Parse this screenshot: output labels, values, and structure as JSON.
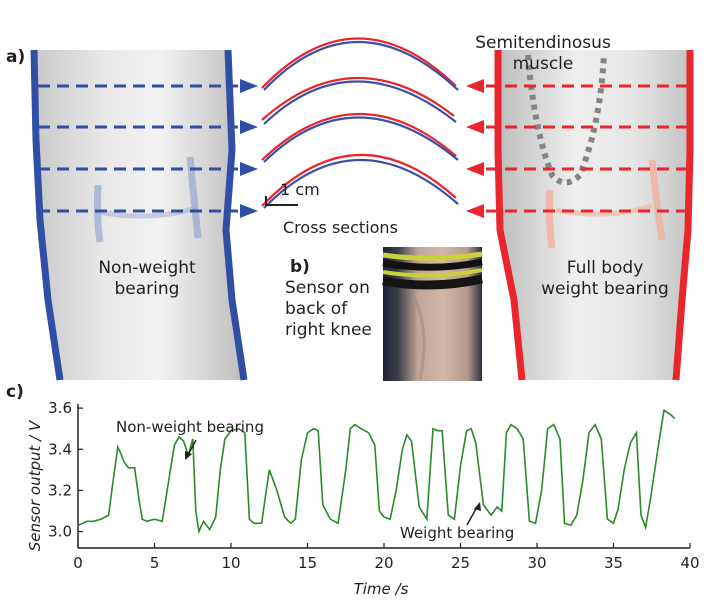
{
  "figure": {
    "panel_a": {
      "label": "a)",
      "left_leg_label": "Non-weight\nbearing",
      "right_leg_label": "Full body\nweight bearing",
      "muscle_label": "Semitendinosus\nmuscle",
      "scale_label": "1 cm",
      "cross_sections_label": "Cross sections",
      "left_color": "#2e4fa3",
      "right_color": "#e8262b"
    },
    "panel_b": {
      "label": "b)",
      "caption": "Sensor on\nback of\nright knee"
    },
    "panel_c": {
      "label": "c)",
      "annotation_non_weight": "Non-weight bearing",
      "annotation_weight": "Weight bearing",
      "line_color": "#2a8a2a"
    }
  },
  "chart_data": {
    "type": "line",
    "xlabel": "Time /s",
    "ylabel": "Sensor output / V",
    "xlim": [
      0,
      40
    ],
    "ylim": [
      2.92,
      3.62
    ],
    "xticks": [
      0,
      5,
      10,
      15,
      20,
      25,
      30,
      35,
      40
    ],
    "yticks": [
      3.0,
      3.2,
      3.4,
      3.6
    ],
    "grid": false,
    "series": [
      {
        "x": [
          0.0,
          0.3,
          0.6,
          1.0,
          1.5,
          2.0,
          2.3,
          2.6,
          2.8,
          3.0,
          3.3,
          3.7,
          4.0,
          4.2,
          4.5,
          5.0,
          5.5,
          6.0,
          6.3,
          6.6,
          6.9,
          7.2,
          7.5,
          7.7,
          7.9,
          8.2,
          8.6,
          9.0,
          9.3,
          9.6,
          10.0,
          10.5,
          10.9,
          11.2,
          11.5,
          12.0,
          12.5,
          13.0,
          13.5,
          13.9,
          14.2,
          14.6,
          15.0,
          15.4,
          15.7,
          16.0,
          16.5,
          17.0,
          17.5,
          17.8,
          18.1,
          18.5,
          19.0,
          19.4,
          19.7,
          20.0,
          20.4,
          20.8,
          21.2,
          21.5,
          21.8,
          22.3,
          22.8,
          23.2,
          23.5,
          23.8,
          24.2,
          24.6,
          25.0,
          25.4,
          25.7,
          26.0,
          26.5,
          27.0,
          27.4,
          27.7,
          28.0,
          28.3,
          28.7,
          29.1,
          29.5,
          29.9,
          30.3,
          30.7,
          31.1,
          31.5,
          31.8,
          32.2,
          32.6,
          33.0,
          33.4,
          33.8,
          34.2,
          34.6,
          35.0,
          35.3,
          35.7,
          36.1,
          36.5,
          36.8,
          37.1,
          37.4,
          37.7,
          38.0,
          38.3,
          38.7,
          39.0
        ],
        "y": [
          3.03,
          3.04,
          3.05,
          3.05,
          3.06,
          3.08,
          3.25,
          3.41,
          3.38,
          3.34,
          3.31,
          3.31,
          3.15,
          3.06,
          3.05,
          3.06,
          3.05,
          3.28,
          3.42,
          3.46,
          3.44,
          3.37,
          3.45,
          3.1,
          3.0,
          3.05,
          3.01,
          3.07,
          3.3,
          3.45,
          3.49,
          3.5,
          3.48,
          3.06,
          3.04,
          3.04,
          3.3,
          3.2,
          3.07,
          3.04,
          3.06,
          3.35,
          3.48,
          3.5,
          3.49,
          3.13,
          3.06,
          3.04,
          3.3,
          3.5,
          3.52,
          3.5,
          3.48,
          3.42,
          3.1,
          3.07,
          3.06,
          3.2,
          3.4,
          3.47,
          3.44,
          3.12,
          3.06,
          3.5,
          3.49,
          3.49,
          3.08,
          3.06,
          3.32,
          3.49,
          3.5,
          3.43,
          3.13,
          3.08,
          3.12,
          3.1,
          3.48,
          3.52,
          3.5,
          3.45,
          3.05,
          3.04,
          3.2,
          3.5,
          3.52,
          3.45,
          3.04,
          3.03,
          3.08,
          3.25,
          3.48,
          3.52,
          3.45,
          3.06,
          3.04,
          3.11,
          3.3,
          3.43,
          3.48,
          3.08,
          3.02,
          3.15,
          3.3,
          3.45,
          3.59,
          3.57,
          3.55
        ]
      }
    ]
  }
}
